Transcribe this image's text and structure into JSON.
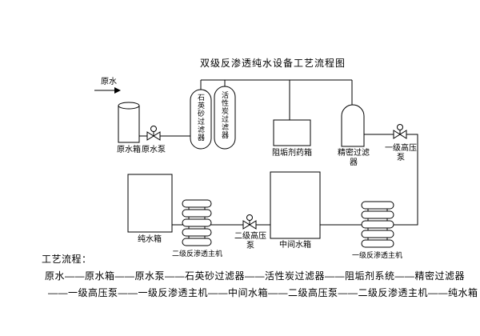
{
  "title": "双级反渗透纯水设备工艺流程图",
  "components": {
    "raw_water": "原水",
    "raw_water_tank": "原水箱",
    "raw_water_pump": "原水泵",
    "quartz_sand_filter": "石英砂过滤器",
    "activated_carbon_filter": "活性炭过滤器",
    "antiscalant_dosing_tank": "阻垢剂药箱",
    "precision_filter": "精密过滤器",
    "stage1_hp_pump": "一级高压泵",
    "pure_water_tank": "纯水箱",
    "stage2_ro_host": "二级反渗透主机",
    "stage2_hp_pump": "二级高压泵",
    "intermediate_tank": "中间水箱",
    "stage1_ro_host": "一级反渗透主机"
  },
  "process_flow": {
    "heading": "工艺流程：",
    "line1": "原水——原水箱——原水泵——石英砂过滤器——活性炭过滤器——阻垢剂系统——精密过滤器",
    "line2": "——一级高压泵——一级反渗透主机——中间水箱——二级高压泵——二级反渗透主机——纯水箱"
  },
  "colors": {
    "line": "#000000",
    "background": "#ffffff",
    "text": "#000000"
  }
}
